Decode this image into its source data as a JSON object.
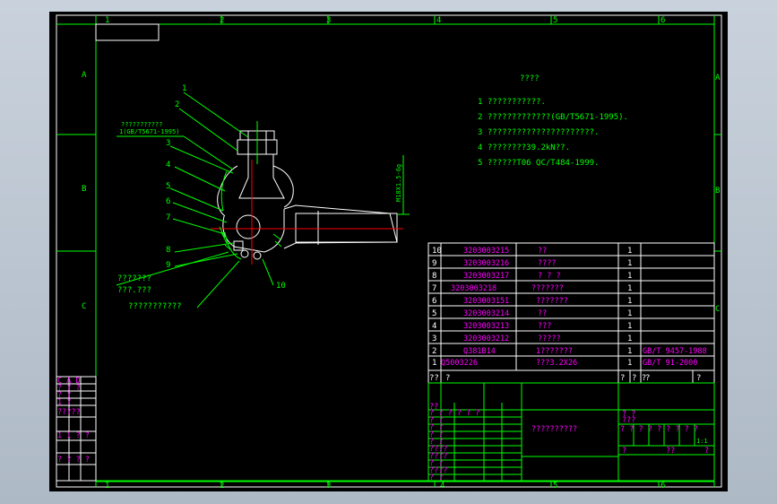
{
  "frame": {
    "top_cols": [
      "1",
      "2",
      "3",
      "4",
      "5",
      "6"
    ],
    "rows": [
      "A",
      "B",
      "C"
    ]
  },
  "notes": {
    "title": "????",
    "items": [
      "1 ???????????.",
      "2 ?????????????(GB/T5671-1995).",
      "3 ??????????????????????.",
      "4 ????????39.2kN??.",
      "5 ??????T06 QC/T484-1999."
    ]
  },
  "callouts": {
    "n1": "1",
    "n2": "2",
    "n3": "3",
    "n4": "4",
    "n5": "5",
    "n6": "6",
    "n7": "7",
    "n8": "8",
    "n9": "9",
    "n10": "10",
    "grease_label_1": "???????????",
    "grease_label_2": "1(GB/T5671-1995)",
    "lower_label_1": "???????",
    "lower_label_2": "???.???",
    "lower_label_3": "???????????",
    "thread_dim": "M18X1.5-6g"
  },
  "bom": [
    {
      "no": "10",
      "code": "3203003215",
      "name": "??",
      "qty": "1",
      "std": ""
    },
    {
      "no": "9",
      "code": "3203003216",
      "name": "????",
      "qty": "1",
      "std": ""
    },
    {
      "no": "8",
      "code": "3203003217",
      "name": "? ? ?",
      "qty": "1",
      "std": ""
    },
    {
      "no": "7",
      "code": "3203003218",
      "name": "???????",
      "qty": "1",
      "std": ""
    },
    {
      "no": "6",
      "code": "3203003151",
      "name": "???????",
      "qty": "1",
      "std": ""
    },
    {
      "no": "5",
      "code": "3203003214",
      "name": "??",
      "qty": "1",
      "std": ""
    },
    {
      "no": "4",
      "code": "3203003213",
      "name": "???",
      "qty": "1",
      "std": ""
    },
    {
      "no": "3",
      "code": "3203003212",
      "name": "?????",
      "qty": "1",
      "std": ""
    },
    {
      "no": "2",
      "code": "Q381B14",
      "name": "1???????",
      "qty": "1",
      "std": "GB/T 9457-1988"
    },
    {
      "no": "1",
      "code": "Q5003226",
      "name": "???3.2X26",
      "qty": "1",
      "std": "GB/T 91-2000"
    }
  ],
  "bom_header": {
    "h1": "??",
    "h2": "?",
    "h3": "?",
    "h4": "? ?",
    "h5": "?",
    "h6": "?"
  },
  "title_block": {
    "drawing_name": "??????????",
    "l1": "??",
    "l2": "? ? ? ? ? ?",
    "l3": "? ?",
    "l4": "? ?",
    "l5": "? ?",
    "l6": "? ?",
    "l7": "????",
    "l8": "????",
    "l9": "? ?",
    "l10": "????",
    "l11": "? ?",
    "r1": "? ?",
    "r2": "???",
    "r3": "? ? ? ? ? ? ? ? ?",
    "scale": "1:1",
    "r4": "?",
    "r5": "??",
    "r6": "?"
  },
  "revision_block": {
    "head": "C A D",
    "a1": "? ? ?",
    "a2": "? ?",
    "a3": "1 ?",
    "a4": "?????",
    "b1": "1 1 ? ?",
    "c1": "? ? ? ?"
  }
}
